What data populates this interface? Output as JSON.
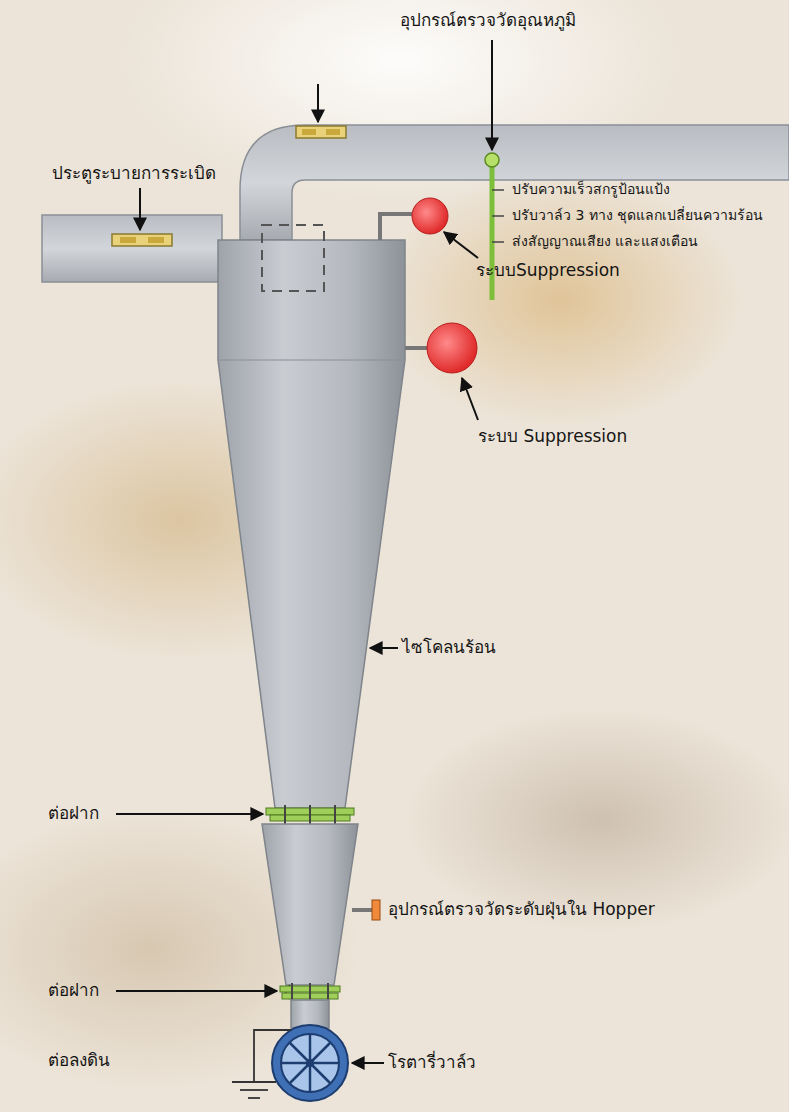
{
  "diagram": {
    "labels": [
      "ประตูระบายการระเบิด",
      "อุปกรณ์ตรวจวัดอุณหภูมิ",
      "ปรับความเร็วสกรูป้อนแป้ง",
      "ปรับวาล์ว 3 ทาง ชุดแลกเปลี่ยนความร้อน",
      "ส่งสัญญาณเสียง และแสงเตือน",
      "ระบบSuppression",
      "ระบบ Suppression",
      "ไซโคลนร้อน",
      "ต่อฝาก",
      "อุปกรณ์ตรวจวัดระดับฝุ่นใน Hopper",
      "ต่อฝาก",
      "โรตารี่วาล์ว",
      "ต่อลงดิน"
    ]
  }
}
